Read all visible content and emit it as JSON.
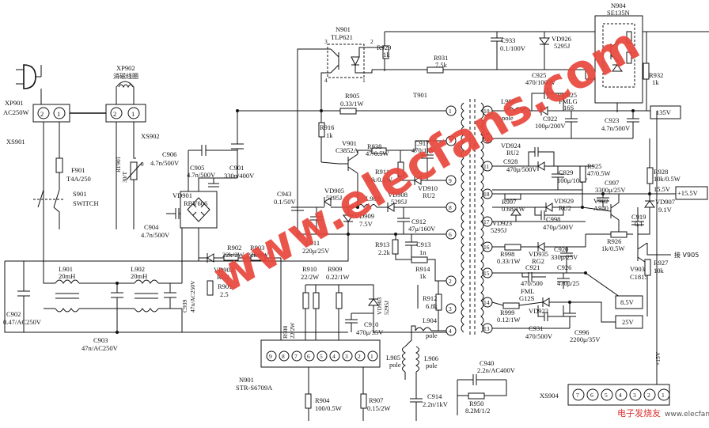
{
  "components": {
    "xp901": {
      "ref": "XP901",
      "rating": "AC250W",
      "pin1": "1",
      "pin2": "2"
    },
    "xp902": {
      "ref": "XP902",
      "desc": "消磁线圈",
      "pin1": "1",
      "pin2": "2"
    },
    "xs901": {
      "ref": "XS901"
    },
    "xs902": {
      "ref": "XS902"
    },
    "f901": {
      "ref": "F901",
      "value": "T4A/250"
    },
    "s901": {
      "ref": "S901",
      "desc": "SWITCH"
    },
    "rt901": {
      "ref": "RT901",
      "value": "30/T",
      "mark": "θ"
    },
    "c906": {
      "ref": "C906",
      "value": "4.7n/500V"
    },
    "c905": {
      "ref": "C905",
      "value": "4.7n/500V"
    },
    "c904": {
      "ref": "C904",
      "value": "4.7n/500V"
    },
    "c901": {
      "ref": "C901",
      "value": "330n/400V"
    },
    "vd901": {
      "ref": "VD901",
      "value": "RBV606"
    },
    "l901": {
      "ref": "L901",
      "value": "20mH"
    },
    "l902": {
      "ref": "L902",
      "value": "20mH"
    },
    "c902": {
      "ref": "C902",
      "value": "0.47/AC250V"
    },
    "c903": {
      "ref": "C903",
      "value": "47n/AC250V"
    },
    "c939": {
      "ref": "C939",
      "value": "47n/AC250V"
    },
    "r902": {
      "ref": "R902",
      "value": "22k/2W"
    },
    "r903": {
      "ref": "R903",
      "value": "22k/2W"
    },
    "vd902": {
      "ref": "VD902",
      "value": "RU2"
    },
    "r901": {
      "ref": "R901",
      "value": "2.5"
    },
    "n901opto": {
      "ref": "N901",
      "value": "TLP621",
      "pin1": "1",
      "pin2": "2",
      "pin3": "3",
      "pin4": "4"
    },
    "r929": {
      "ref": "R929",
      "value": "1k"
    },
    "c933": {
      "ref": "C933",
      "value": "0.1/100V"
    },
    "vd926": {
      "ref": "VD926",
      "value": "5295J"
    },
    "n904": {
      "ref": "N904",
      "value": "SE135N"
    },
    "r932": {
      "ref": "R932",
      "value": "1k"
    },
    "r931": {
      "ref": "R931",
      "value": "7.5k"
    },
    "t901": {
      "ref": "T901"
    },
    "r905": {
      "ref": "R905",
      "value": "0.33/1W"
    },
    "r916": {
      "ref": "R916",
      "value": "1k"
    },
    "v901": {
      "ref": "V901",
      "value": "C3852A"
    },
    "r938": {
      "ref": "R938",
      "value": "47/0.5W"
    },
    "c917": {
      "ref": "C917",
      "value": "470/1kV"
    },
    "r911": {
      "ref": "R911",
      "value": "33k/0.5W"
    },
    "vd910": {
      "ref": "VD910",
      "value": "RU2"
    },
    "c943": {
      "ref": "C943",
      "value": "0.1/50V"
    },
    "vd905": {
      "ref": "VD905",
      "value": "5295J"
    },
    "l903": {
      "ref": "L903"
    },
    "vd908": {
      "ref": "VD908",
      "value": "5295J"
    },
    "vd909": {
      "ref": "VD909",
      "value": "7.5V"
    },
    "c912": {
      "ref": "C912",
      "value": "47μ/160V"
    },
    "c911": {
      "ref": "C911",
      "value": "220μ/25V"
    },
    "r913": {
      "ref": "R913",
      "value": "2.2k"
    },
    "c913": {
      "ref": "C913",
      "value": "1n"
    },
    "r914": {
      "ref": "R914",
      "value": "1k"
    },
    "r910": {
      "ref": "R910",
      "value": "22/2W"
    },
    "r909": {
      "ref": "R909",
      "value": "0.22/1W"
    },
    "r908": {
      "ref": "R908",
      "value": "22/2W"
    },
    "vd903": {
      "ref": "VD903",
      "value": "5295J"
    },
    "c910": {
      "ref": "C910",
      "value": "470μ/35V"
    },
    "r912": {
      "ref": "R912",
      "value": "6.8k"
    },
    "l904": {
      "ref": "L904",
      "value": "pole"
    },
    "l905": {
      "ref": "L905",
      "value": "pole"
    },
    "l906": {
      "ref": "L906",
      "value": "pole"
    },
    "n901ic": {
      "ref": "N901",
      "value": "STR-S6709A",
      "pins": [
        "9",
        "8",
        "7",
        "6",
        "5",
        "4",
        "3",
        "2",
        "1"
      ]
    },
    "r904": {
      "ref": "R904",
      "value": "100/0.5W"
    },
    "r907": {
      "ref": "R907",
      "value": "0.15/2W"
    },
    "c914": {
      "ref": "C914",
      "value": "2.2n/1kV"
    },
    "c940": {
      "ref": "C940",
      "value": "2.2n/AC400V"
    },
    "r950": {
      "ref": "R950",
      "value": "8.2M/1/2"
    },
    "l909": {
      "ref": "L909",
      "value": "pole"
    },
    "c925": {
      "ref": "C925",
      "value": "470/1000V"
    },
    "vd925": {
      "ref": "VD925",
      "value": "FMLG",
      "value2": "16S"
    },
    "c922": {
      "ref": "C922",
      "value": "100μ/200V"
    },
    "c923": {
      "ref": "C923",
      "value": "4.7n/500V"
    },
    "vd924": {
      "ref": "VD924",
      "value": "RU2"
    },
    "c928": {
      "ref": "C928",
      "value": "470μ/500V"
    },
    "c929": {
      "ref": "C929",
      "value": "100μ/100V"
    },
    "r925": {
      "ref": "R925",
      "value": "47/0.5W"
    },
    "r928": {
      "ref": "R928",
      "value": "10k/0.5W"
    },
    "c997": {
      "ref": "C997",
      "value": "3300μ/25V"
    },
    "r997": {
      "ref": "R997",
      "value": "0.68/1W"
    },
    "vd929": {
      "ref": "VD929",
      "value": "RU2"
    },
    "v902": {
      "ref": "V902",
      "value": "A940"
    },
    "vd907": {
      "ref": "VD907",
      "value": "9.1V"
    },
    "c998": {
      "ref": "C998",
      "value": "470μ/500V"
    },
    "vd923": {
      "ref": "VD923",
      "value": "5295J"
    },
    "c919": {
      "ref": "C919",
      "value": "0.1"
    },
    "r926": {
      "ref": "R926",
      "value": "1k/0.5W"
    },
    "r998": {
      "ref": "R998",
      "value": "0.33/1W"
    },
    "vd935": {
      "ref": "VD935",
      "value": "RG2"
    },
    "c920": {
      "ref": "C920",
      "value": "330μ/25V"
    },
    "r927": {
      "ref": "R927",
      "value": "10k"
    },
    "v903": {
      "ref": "V903",
      "value": "C1815"
    },
    "c921": {
      "ref": "C921",
      "value": "470/500"
    },
    "c926": {
      "ref": "C926",
      "value": "470μ/25"
    },
    "fml": {
      "ref": "FML",
      "value": "G12S"
    },
    "r999": {
      "ref": "R999",
      "value": "0.12/1W"
    },
    "vd922": {
      "ref": "VD922"
    },
    "c931": {
      "ref": "C931",
      "value": "470/500V"
    },
    "c996": {
      "ref": "C996",
      "value": "2200μ/35V"
    },
    "xs904": {
      "ref": "XS904",
      "pins": [
        "7",
        "6",
        "5",
        "4",
        "3",
        "2",
        "1"
      ]
    }
  },
  "transformer_pins": {
    "primary": [
      "1",
      "7",
      "9",
      "8",
      "6",
      "2",
      "3",
      "4"
    ],
    "secondary": [
      "10",
      "12",
      "11",
      "18",
      "17",
      "16",
      "15",
      "14",
      "13"
    ]
  },
  "outputs": {
    "v135": "135V",
    "v15_5": "15.5V",
    "v15_5_box": "+15.5V",
    "v8_5": "8.5V",
    "v25": "25V",
    "v15": "+15V",
    "to_v905": "接 V905"
  },
  "watermark": {
    "text": "www.elecfans.com",
    "logo_cn": "电子发烧友",
    "logo_url": "www.elecfans.com",
    "color": "#e8463c"
  }
}
